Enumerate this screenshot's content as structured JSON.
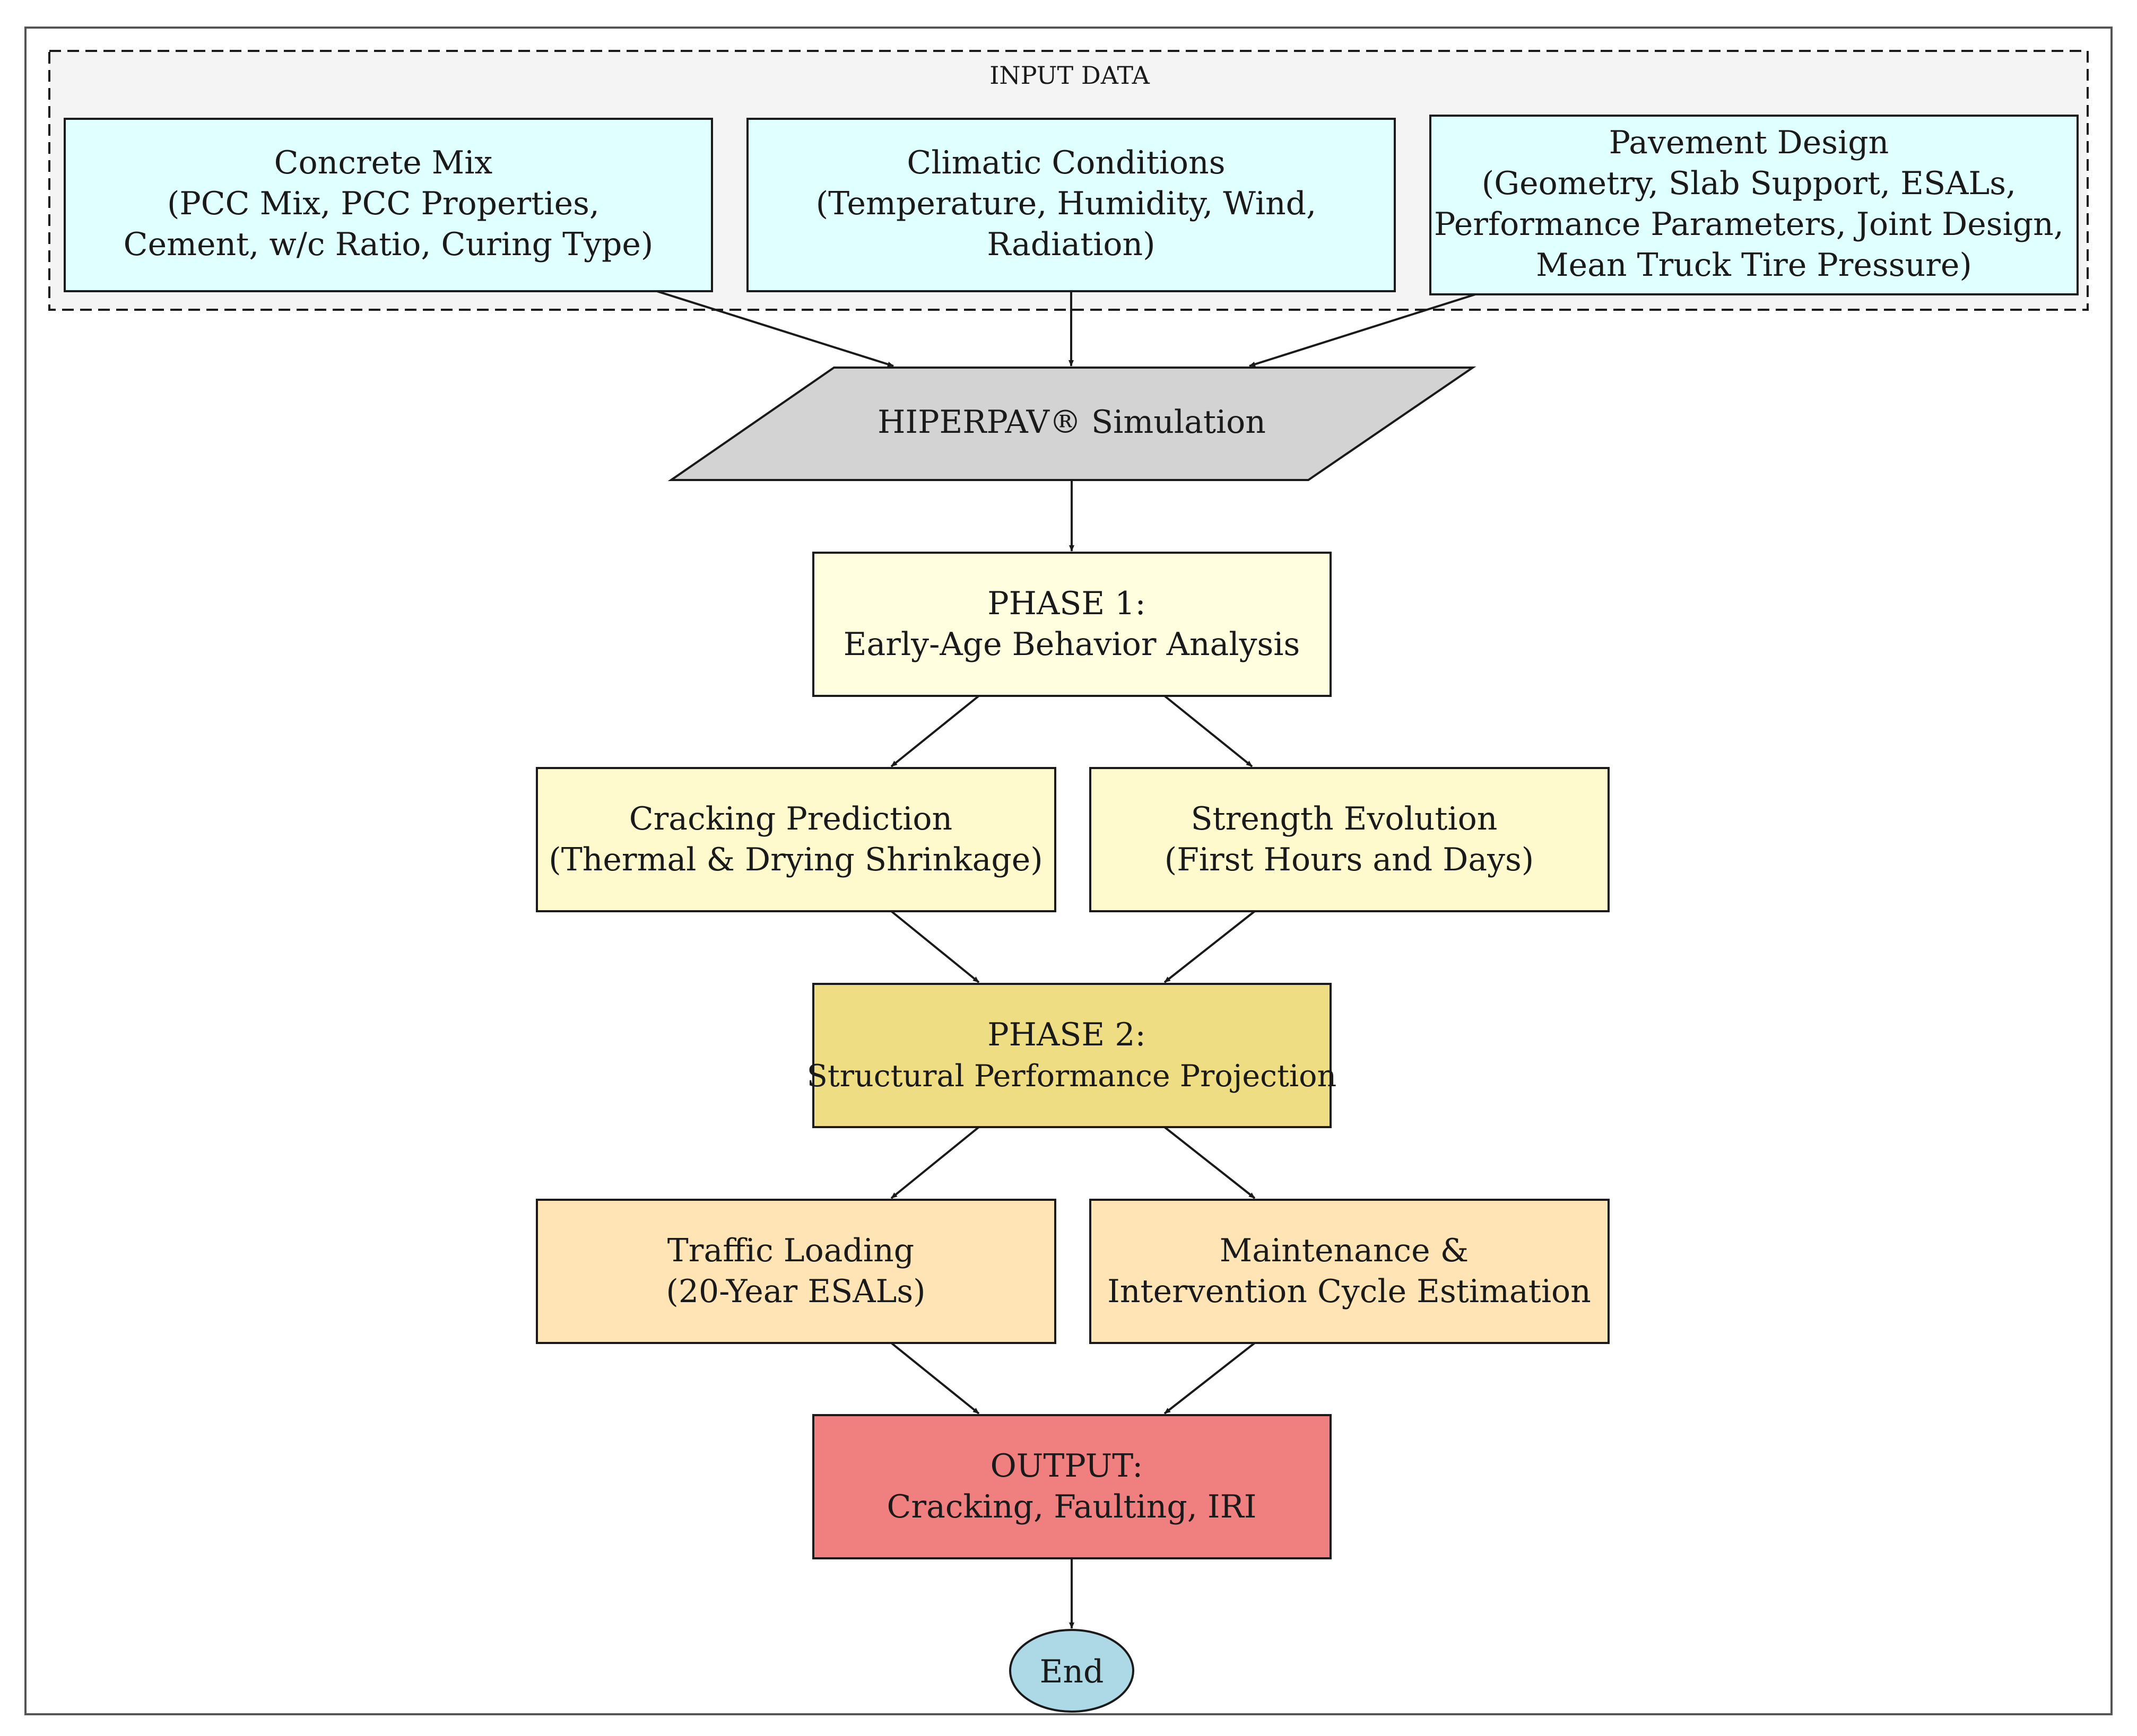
{
  "diagram": {
    "input_group": {
      "title": "INPUT DATA",
      "inputs": [
        {
          "id": "concrete",
          "lines": [
            "Concrete Mix",
            "(PCC Mix, PCC Properties,",
            "Cement, w/c Ratio, Curing Type)"
          ]
        },
        {
          "id": "climate",
          "lines": [
            "Climatic Conditions",
            "(Temperature, Humidity, Wind,",
            "Radiation)"
          ]
        },
        {
          "id": "pavement",
          "lines": [
            "Pavement Design",
            "(Geometry, Slab Support, ESALs,",
            "Performance Parameters, Joint Design,",
            "Mean Truck Tire Pressure)"
          ]
        }
      ]
    },
    "simulation": {
      "id": "sim",
      "lines": [
        "HIPERPAV® Simulation"
      ]
    },
    "phase1": {
      "id": "phase1",
      "lines": [
        "PHASE 1:",
        "Early-Age Behavior Analysis"
      ]
    },
    "phase1_outputs": [
      {
        "id": "cracking",
        "lines": [
          "Cracking Prediction",
          "(Thermal & Drying Shrinkage)"
        ]
      },
      {
        "id": "strength",
        "lines": [
          "Strength Evolution",
          "(First Hours and Days)"
        ]
      }
    ],
    "phase2": {
      "id": "phase2",
      "lines": [
        "PHASE 2:",
        "Structural Performance Projection"
      ]
    },
    "phase2_outputs": [
      {
        "id": "traffic",
        "lines": [
          "Traffic Loading",
          "(20-Year ESALs)"
        ]
      },
      {
        "id": "maintenance",
        "lines": [
          "Maintenance &",
          "Intervention Cycle Estimation"
        ]
      }
    ],
    "output": {
      "id": "output",
      "lines": [
        "OUTPUT:",
        "Cracking, Faulting, IRI"
      ]
    },
    "end": {
      "id": "end",
      "lines": [
        "End"
      ]
    },
    "colors": {
      "input_fill": "#e0ffff",
      "group_fill": "#f4f4f4",
      "simulation_fill": "#d3d3d3",
      "phase1_fill": "#ffffe0",
      "phase1_output_fill": "#fffacd",
      "phase2_fill": "#eedd82",
      "phase2_output_fill": "#ffe4b5",
      "output_fill": "#f08080",
      "end_fill": "#add8e6",
      "stroke": "#1a1a1a"
    }
  }
}
